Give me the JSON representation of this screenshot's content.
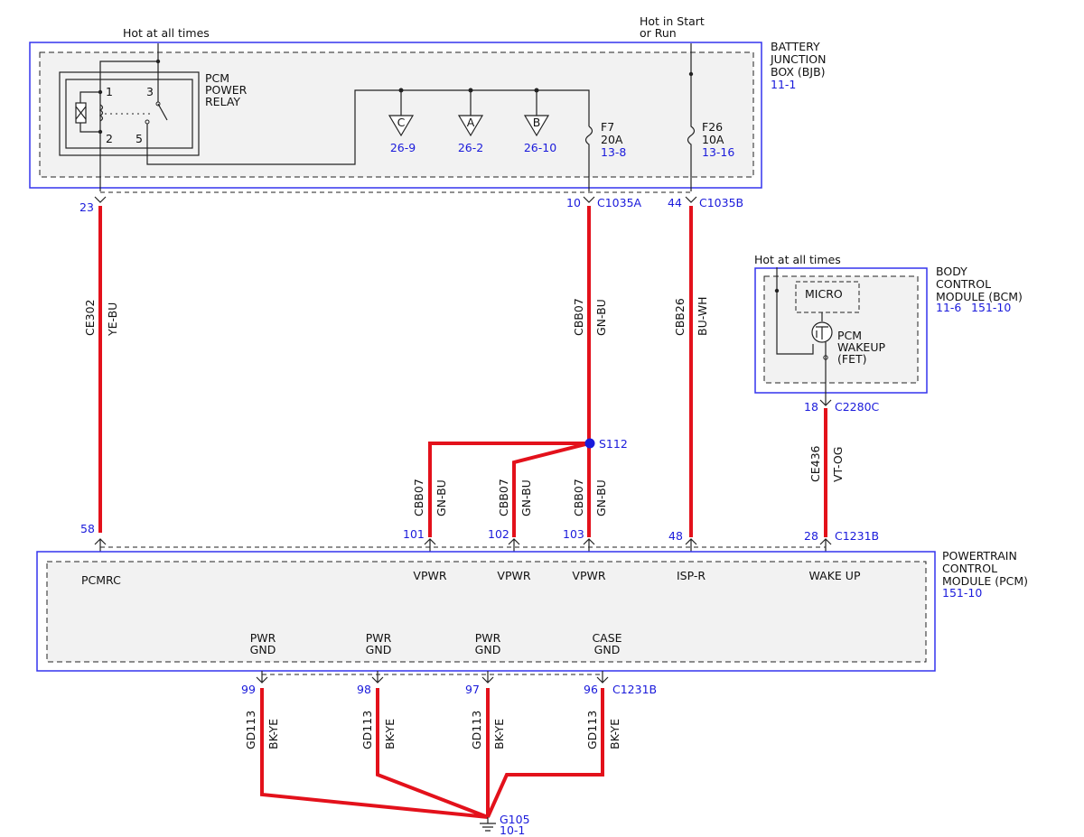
{
  "bjb": {
    "hot_always": "Hot at all times",
    "hot_start_1": "Hot in Start",
    "hot_start_2": "or Run",
    "name_1": "BATTERY",
    "name_2": "JUNCTION",
    "name_3": "BOX (BJB)",
    "ref": "11-1",
    "relay_1": "PCM",
    "relay_2": "POWER",
    "relay_3": "RELAY",
    "pin_1": "1",
    "pin_2": "2",
    "pin_3": "3",
    "pin_5": "5",
    "conn_c": "C",
    "conn_a": "A",
    "conn_b": "B",
    "ref_c": "26-9",
    "ref_a": "26-2",
    "ref_b": "26-10",
    "f7_name": "F7",
    "f7_amp": "20A",
    "f7_ref": "13-8",
    "f26_name": "F26",
    "f26_amp": "10A",
    "f26_ref": "13-16"
  },
  "bcm": {
    "hot_always": "Hot at all times",
    "name_1": "BODY",
    "name_2": "CONTROL",
    "name_3": "MODULE (BCM)",
    "ref_1": "11-6",
    "ref_2": "151-10",
    "micro": "MICRO",
    "fet_1": "PCM",
    "fet_2": "WAKEUP",
    "fet_3": "(FET)"
  },
  "pcm": {
    "name_1": "POWERTRAIN",
    "name_2": "CONTROL",
    "name_3": "MODULE (PCM)",
    "ref": "151-10",
    "pcmrc": "PCMRC",
    "vpwr": "VPWR",
    "isp": "ISP-R",
    "wakeup": "WAKE UP",
    "pwr": "PWR",
    "gnd": "GND",
    "case": "CASE"
  },
  "pins": {
    "p23": "23",
    "p10": "10",
    "p44": "44",
    "p18": "18",
    "p58": "58",
    "p101": "101",
    "p102": "102",
    "p103": "103",
    "p48": "48",
    "p28": "28",
    "p99": "99",
    "p98": "98",
    "p97": "97",
    "p96": "96"
  },
  "connectors": {
    "c1035a": "C1035A",
    "c1035b": "C1035B",
    "c2280c": "C2280C",
    "c1231b_top": "C1231B",
    "c1231b_bot": "C1231B"
  },
  "circuits": {
    "ce302": "CE302",
    "yebu": "YE-BU",
    "cbb07": "CBB07",
    "gnbu": "GN-BU",
    "cbb26": "CBB26",
    "buwh": "BU-WH",
    "ce436": "CE436",
    "vtog": "VT-OG",
    "gd113": "GD113",
    "bkye": "BK-YE"
  },
  "splice": {
    "name": "S112"
  },
  "ground": {
    "name": "G105",
    "ref": "10-1"
  },
  "colors": {
    "wire": "#e3111b",
    "box": "#3333ee",
    "ref_text": "#1a1adb",
    "splice": "#1a1adb"
  }
}
